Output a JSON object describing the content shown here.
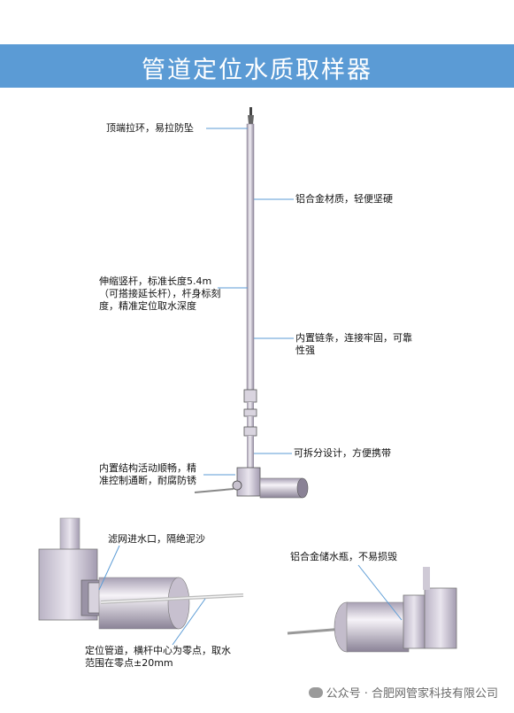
{
  "title": "管道定位水质取样器",
  "labels": {
    "top_ring": "顶端拉环，易拉防坠",
    "aluminum": "铝合金材质，轻便坚硬",
    "telescopic": "伸缩竖杆，标准长度5.4m（可搭接延长杆），杆身标刻度，精准定位取水深度",
    "chain": "内置链条，连接牢固，可靠性强",
    "detachable": "可拆分设计，方便携带",
    "structure": "内置结构活动顺畅，精准控制通断，耐腐防锈",
    "filter": "滤网进水口，隔绝泥沙",
    "bottle": "铝合金储水瓶，不易损毁",
    "positioning": "定位管道，横杆中心为零点，取水范围在零点±20mm"
  },
  "footer": {
    "watermark": "公众号 · 合肥网管家科技有限公司",
    "icon": "wechat-icon"
  },
  "colors": {
    "banner": "#5b9bd5",
    "metal": "#cfc8d6",
    "leader": "#5b9bd5"
  }
}
